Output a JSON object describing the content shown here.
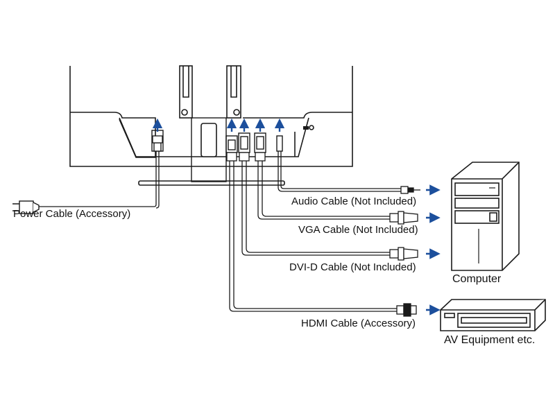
{
  "labels": {
    "power_cable": "Power Cable (Accessory)",
    "audio_cable": "Audio Cable (Not Included)",
    "vga_cable": "VGA Cable (Not Included)",
    "dvi_cable": "DVI-D Cable (Not Included)",
    "hdmi_cable": "HDMI Cable (Accessory)",
    "computer": "Computer",
    "av_equipment": "AV Equipment etc."
  },
  "colors": {
    "arrow": "#1c4f9c",
    "outline": "#1a1a1a",
    "monitor_fill": "#ffffff"
  }
}
